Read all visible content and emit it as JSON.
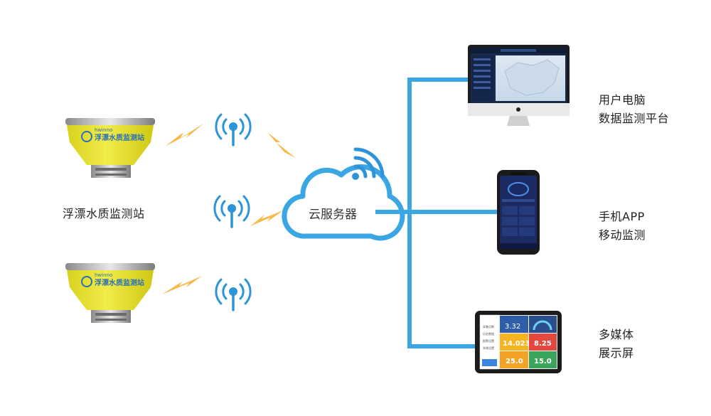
{
  "diagram": {
    "station_label": "浮漂水质监测站",
    "station_brand": "hwinno",
    "station_badge": "浮漂水质监测站",
    "cloud_label": "云服务器",
    "pc_label": [
      "用户电脑",
      "数据监测平台"
    ],
    "phone_label": [
      "手机APP",
      "移动监测"
    ],
    "tablet_label": [
      "多媒体",
      "展示屏"
    ],
    "tablet_menu": [
      "采集点数",
      "历史数据",
      "报警设置",
      "系统设置"
    ],
    "tablet_values": [
      "3.32",
      "14.023",
      "8.25",
      "25.0",
      "15.0"
    ],
    "colors": {
      "link": "#3aa6e4",
      "wifi": "#2f93d8",
      "lightning": "#f6b94a",
      "buoy": "#e6df2c",
      "buoy_text": "#2b6fb5"
    }
  }
}
